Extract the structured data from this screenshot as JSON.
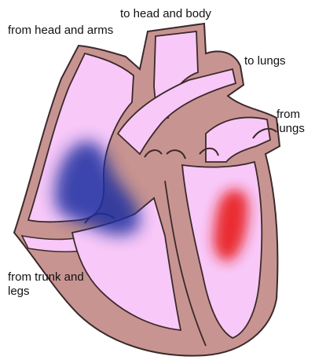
{
  "labels": {
    "from_head_and_arms": "from head and arms",
    "to_head_and_body": "to head and body",
    "to_lungs": "to lungs",
    "from_lungs": "from lungs",
    "from_trunk_and_legs": "from trunk and legs"
  },
  "colors": {
    "muscle": "#c89491",
    "outline": "#3a2a2a",
    "chamber": "#f8c8f8",
    "deoxygenated_blood": "#1a2fa0",
    "oxygenated_blood": "#e81a1a"
  }
}
